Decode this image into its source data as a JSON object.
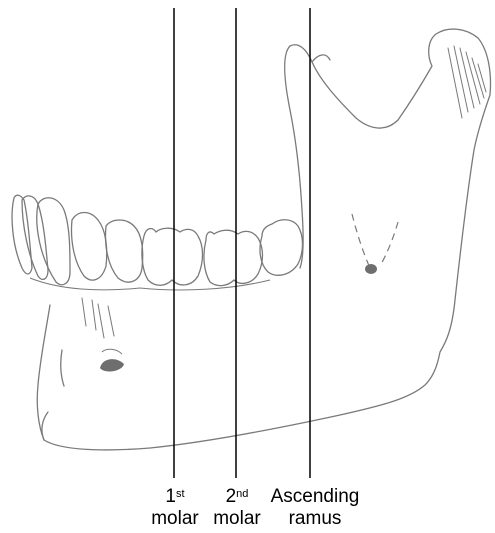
{
  "labels": {
    "first_molar": {
      "num": "1",
      "sup": "st",
      "word": "molar"
    },
    "second_molar": {
      "num": "2",
      "sup": "nd",
      "word": "molar"
    },
    "ramus": {
      "line1": "Ascending",
      "line2": "ramus"
    }
  },
  "colors": {
    "outline": "#7a7a7a",
    "guide_line": "#000000",
    "foramen_fill": "#6e6e6e"
  }
}
